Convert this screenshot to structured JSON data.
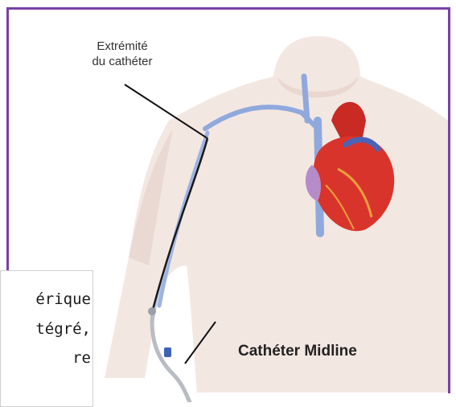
{
  "labels": {
    "tip_line1": "Extrémité",
    "tip_line2": "du cathéter",
    "midline": "Cathéter Midline"
  },
  "note": {
    "line1": "érique",
    "line2": "tégré,",
    "line3": "re"
  },
  "colors": {
    "frame": "#7a3fa8",
    "skin": "#f3e7e2",
    "vein": "#8fa9dd",
    "heart": "#d9342b",
    "catheter": "#1a1a1a"
  }
}
